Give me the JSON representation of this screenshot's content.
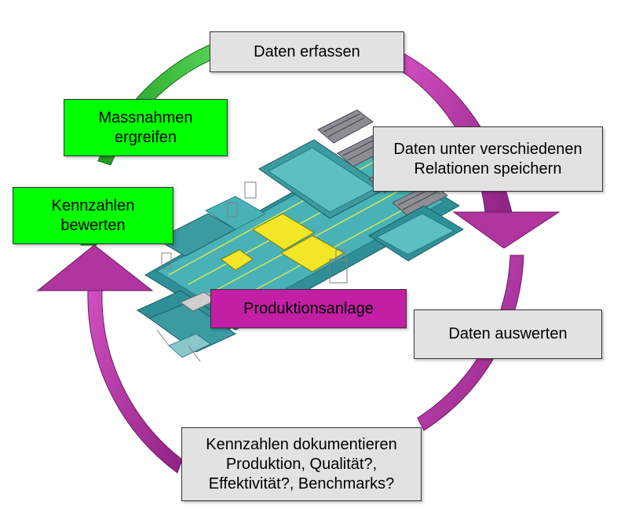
{
  "diagram": {
    "center_label": "Produktionsanlage",
    "steps": [
      {
        "id": "erfassen",
        "lines": [
          "Daten erfassen"
        ]
      },
      {
        "id": "speichern",
        "lines": [
          "Daten unter verschiedenen",
          "Relationen speichern"
        ]
      },
      {
        "id": "auswerten",
        "lines": [
          "Daten auswerten"
        ]
      },
      {
        "id": "dokumentieren",
        "lines": [
          "Kennzahlen dokumentieren",
          "Produktion, Qualität?,",
          "Effektivität?, Benchmarks?"
        ]
      },
      {
        "id": "bewerten",
        "lines": [
          "Kennzahlen",
          "bewerten"
        ]
      },
      {
        "id": "massnahmen",
        "lines": [
          "Massnahmen",
          "ergreifen"
        ]
      }
    ],
    "colors": {
      "magenta_arrow": "#a8329c",
      "green_arrow": "#2fb52f",
      "gray_box": "#e2e2e2",
      "green_box": "#00ff00",
      "center_box": "#c21fa4",
      "machine_teal": "#3a9ba0",
      "machine_yellow": "#f2e627"
    },
    "illustration": "production-line-machine"
  }
}
